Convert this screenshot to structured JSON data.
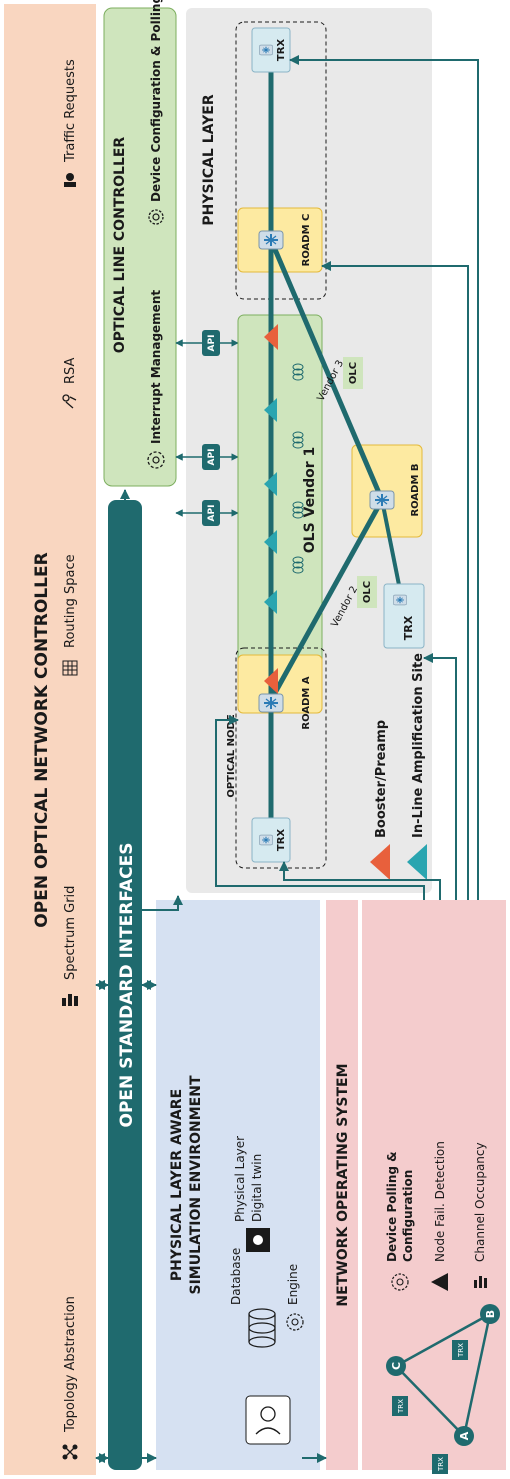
{
  "title": "OPEN OPTICAL NETWORK CONTROLLER",
  "top_band": {
    "topology": "Topology Abstraction",
    "spectrum": "Spectrum Grid",
    "routing": "Routing Space",
    "rsa": "RSA",
    "traffic": "Traffic Requests"
  },
  "interfaces": {
    "label": "OPEN STANDARD INTERFACES"
  },
  "olc": {
    "title": "OPTICAL LINE CONTROLLER",
    "interrupt": "Interrupt Management",
    "device_config": "Device Configuration & Polling",
    "api": "API"
  },
  "physical_layer": {
    "title": "PHYSICAL LAYER",
    "trx": "TRX",
    "optical_node": "OPTICAL NODE",
    "roadm_a": "ROADM A",
    "roadm_b": "ROADM B",
    "roadm_c": "ROADM C",
    "ols_vendor": "OLS Vendor 1",
    "vendor2": "Vendor 2",
    "vendor3": "Vendor 3",
    "olc_tag": "OLC",
    "legend_booster": "Booster/Preamp",
    "legend_inline": "In-Line Amplification Site"
  },
  "sim": {
    "title_line1": "PHYSICAL LAYER AWARE",
    "title_line2": "SIMULATION ENVIRONMENT",
    "database": "Database",
    "engine": "Engine",
    "twin_line1": "Physical Layer",
    "twin_line2": "Digital twin"
  },
  "nos": {
    "title": "NETWORK OPERATING SYSTEM",
    "polling_line1": "Device Polling &",
    "polling_line2": "Configuration",
    "node_fail": "Node Fail. Detection",
    "channel": "Channel Occupancy",
    "node_a": "A",
    "node_b": "B",
    "node_c": "C",
    "trx": "TRX"
  },
  "colors": {
    "peach": "#f9d6c0",
    "green": "#cfe5bd",
    "green_border": "#7cae5e",
    "teal": "#1f6a6e",
    "lavender": "#d6e1f2",
    "pink": "#f4cccd",
    "gray": "#e9e9e9",
    "yellow": "#fdeaa1",
    "orange": "#e8603c",
    "cyan": "#2aa5b0"
  }
}
